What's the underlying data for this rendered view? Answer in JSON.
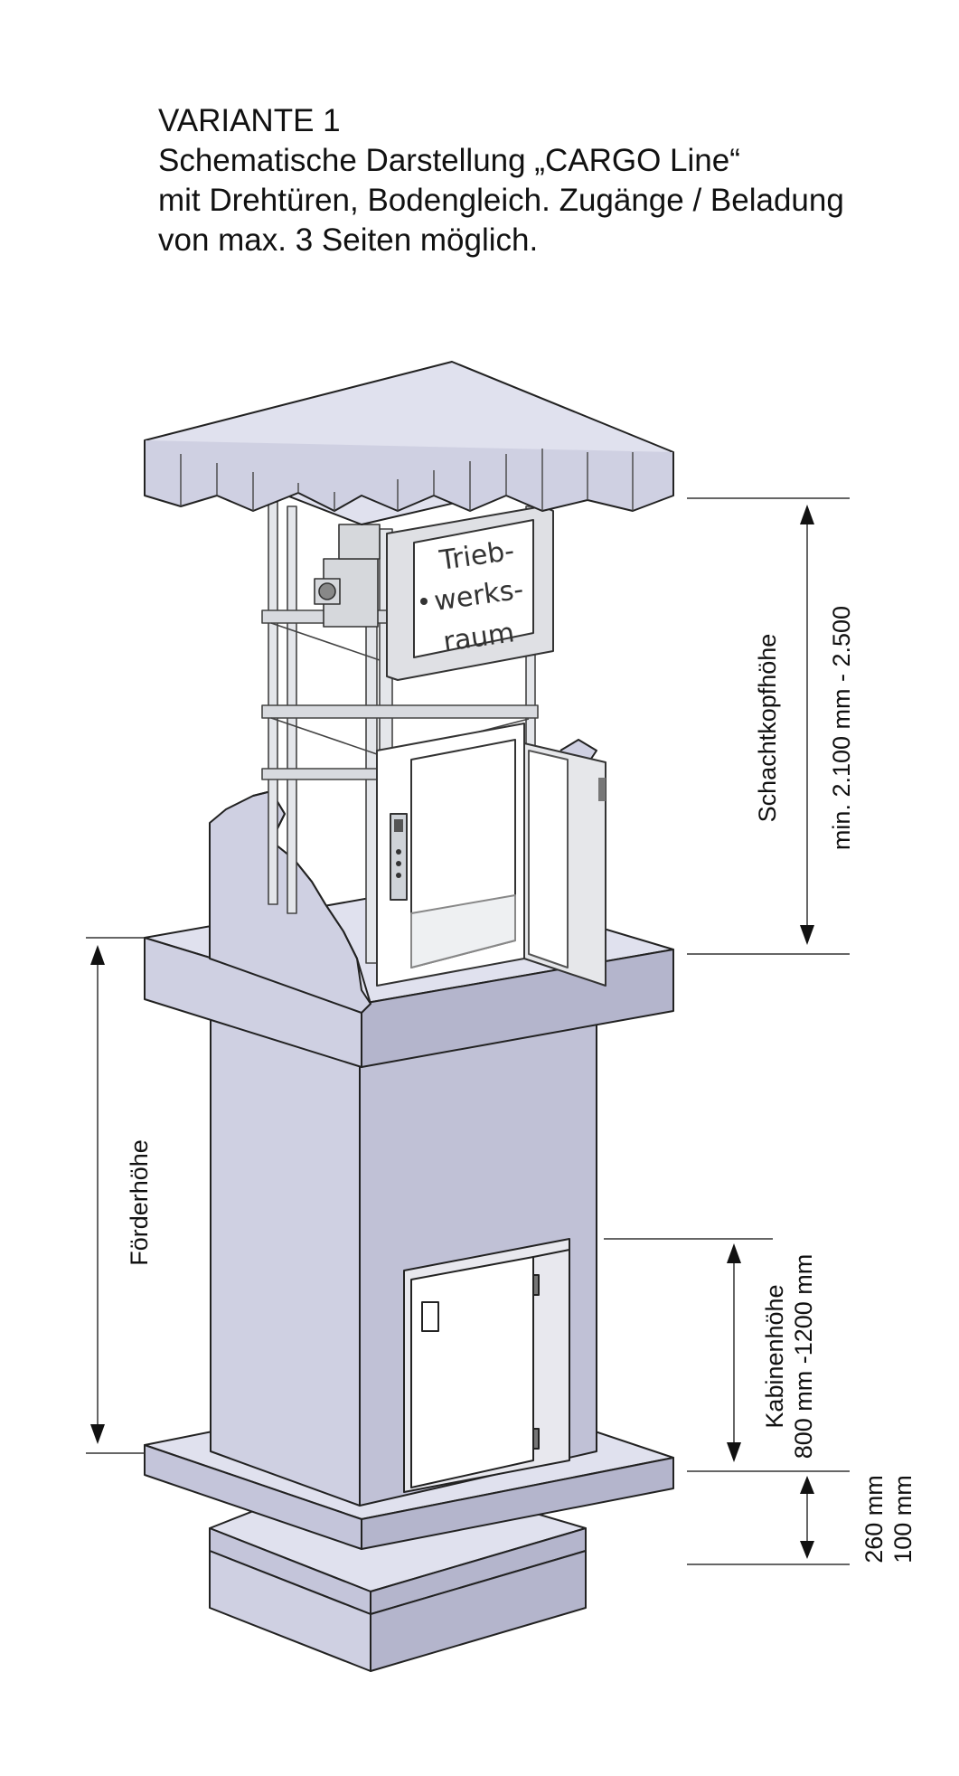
{
  "caption": {
    "line1": "VARIANTE 1",
    "line2": "Schematische Darstellung  „CARGO Line“",
    "line3": "mit Drehtüren, Bodengleich. Zugänge / Beladung",
    "line4": "von max. 3 Seiten möglich."
  },
  "sign": {
    "line1": "Trieb-",
    "line2": "werks-",
    "line3": "raum"
  },
  "dimensions": {
    "schachtkopf_label": "Schachtkopfhöhe",
    "schachtkopf_value": "min. 2.100 mm - 2.500",
    "foerder_label": "Förderhöhe",
    "kabinen_label": "Kabinenhöhe",
    "kabinen_value": "800 mm -1200 mm",
    "pit_value_1": "260 mm",
    "pit_value_2": "100 mm"
  },
  "colors": {
    "wall_front": "#cfd0e2",
    "wall_top": "#e0e1ee",
    "wall_side": "#b4b5cc",
    "outline": "#222222",
    "steel": "#9aa0a8",
    "door": "#ffffff"
  }
}
